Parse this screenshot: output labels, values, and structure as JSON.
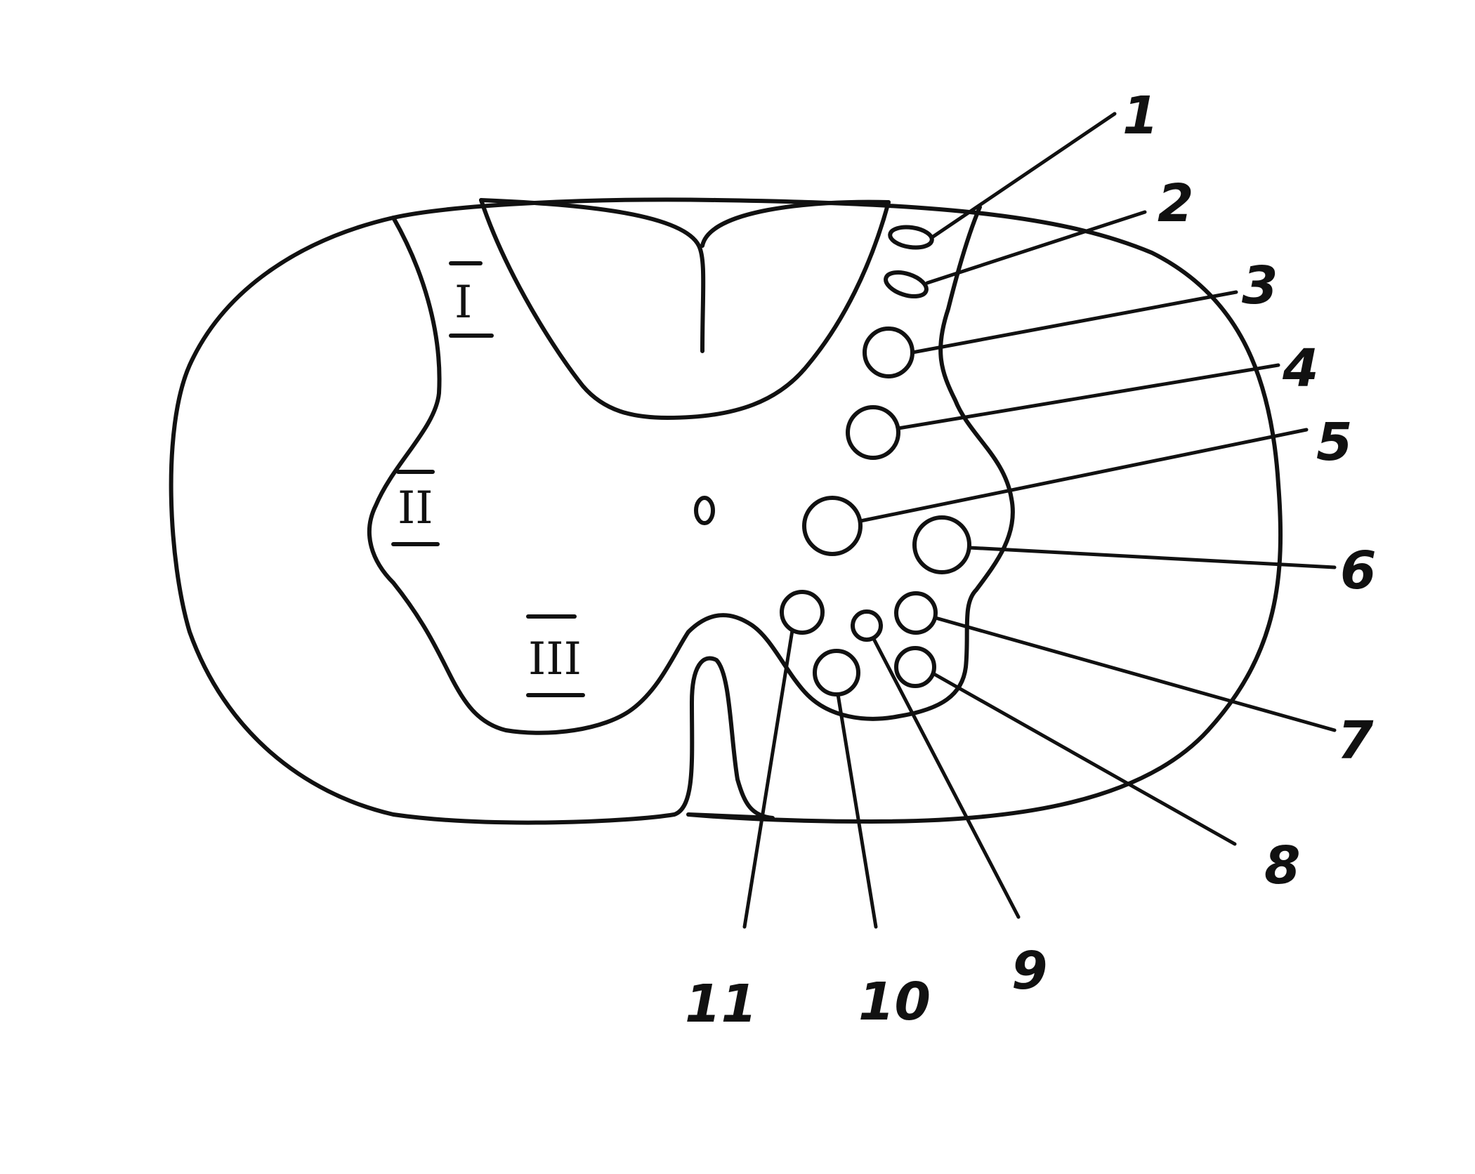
{
  "roman_labels": {
    "one": "I",
    "two": "II",
    "three": "III"
  },
  "callouts": {
    "c1": "1",
    "c2": "2",
    "c3": "3",
    "c4": "4",
    "c5": "5",
    "c6": "6",
    "c7": "7",
    "c8": "8",
    "c9": "9",
    "c10": "10",
    "c11": "11"
  },
  "colors": {
    "ink": "#111111",
    "paper": "#ffffff"
  }
}
